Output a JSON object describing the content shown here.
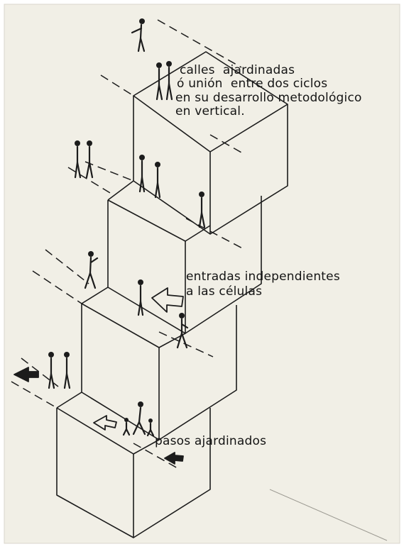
{
  "annotations": {
    "calles": [
      "calles  ajardinadas",
      "ó unión  entre dos ciclos",
      "en su desarrollo metodológico",
      "en vertical."
    ],
    "entradas": [
      "entradas independientes",
      "a las células"
    ],
    "pasos": "pasos ajardinados"
  },
  "colors": {
    "paper": "#f1efe6",
    "ink": "#1c1c1c"
  },
  "icons": [
    "person-figure-icon",
    "arrow-icon"
  ]
}
